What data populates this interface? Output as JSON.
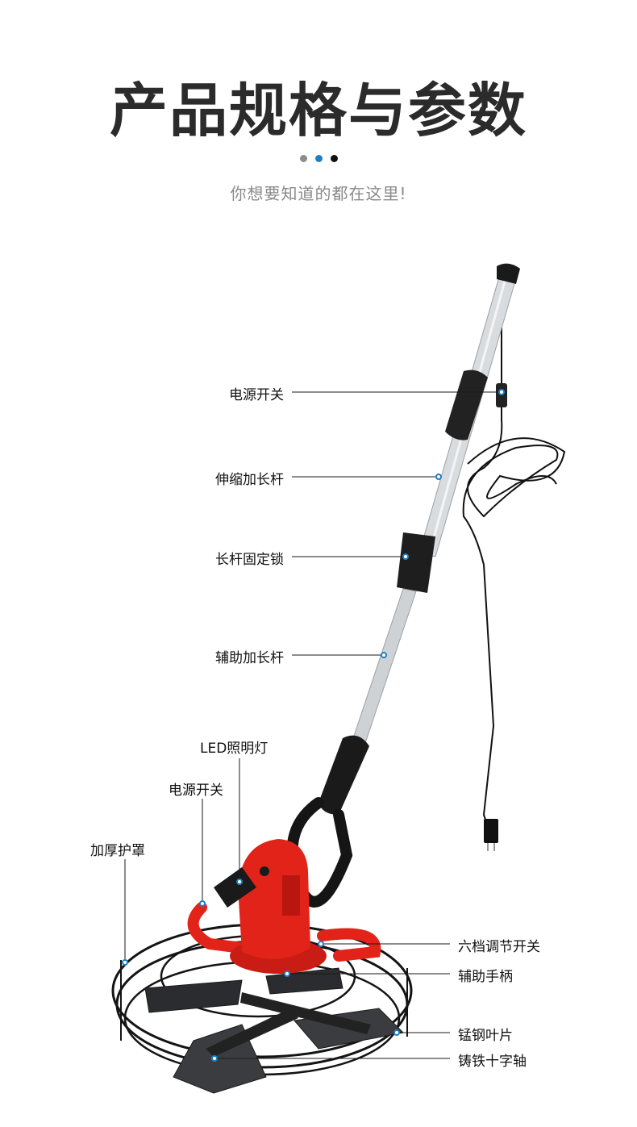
{
  "header": {
    "title": "产品规格与参数",
    "subtitle": "你想要知道的都在这里!",
    "dots": [
      {
        "color": "#8c8c8c"
      },
      {
        "color": "#1f7fc4"
      },
      {
        "color": "#111111"
      }
    ]
  },
  "callouts": {
    "power_switch_top": "电源开关",
    "telescopic_rod": "伸缩加长杆",
    "rod_lock": "长杆固定锁",
    "aux_rod": "辅助加长杆",
    "led_light": "LED照明灯",
    "power_switch_motor": "电源开关",
    "guard": "加厚护罩",
    "speed_switch": "六档调节开关",
    "aux_handle": "辅助手柄",
    "blades": "锰钢叶片",
    "cross_shaft": "铸铁十字轴"
  },
  "colors": {
    "accent": "#1f7fc4",
    "motor_red": "#e2231a",
    "dark": "#1a1a1a"
  }
}
